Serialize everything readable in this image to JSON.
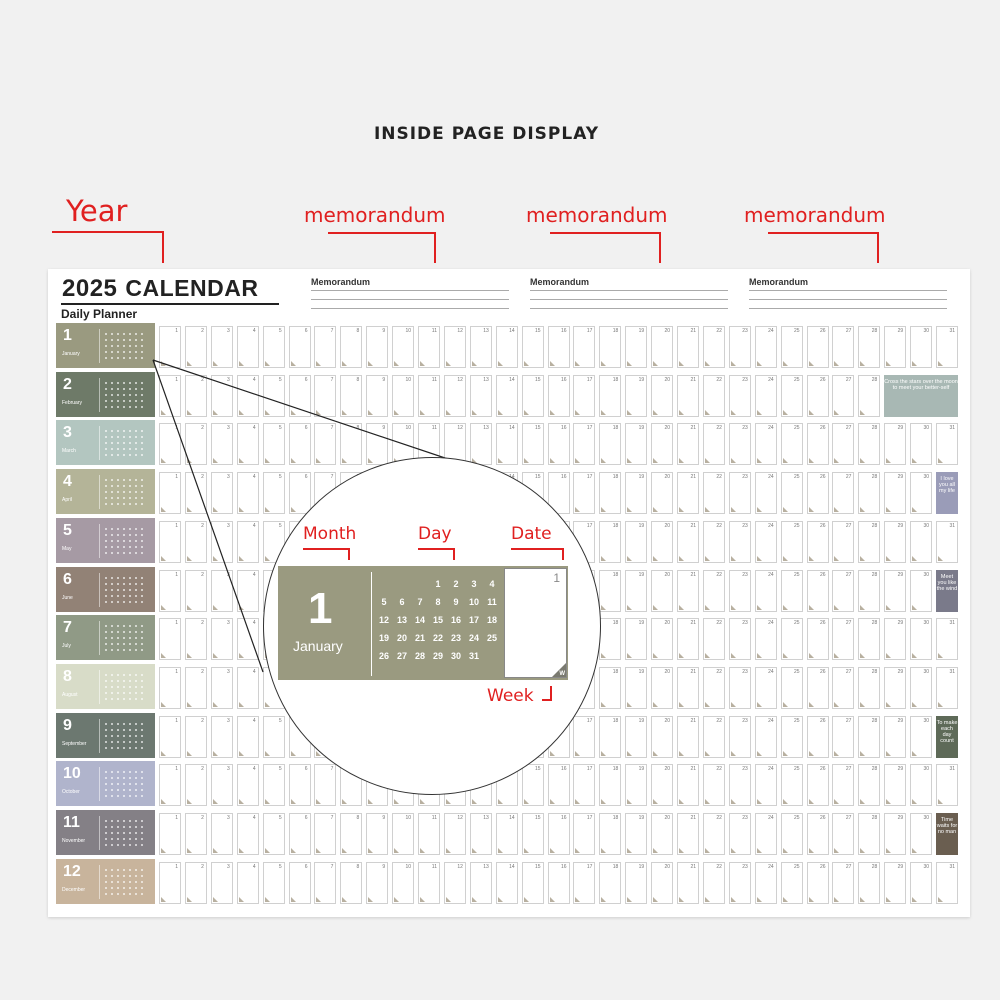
{
  "header": {
    "title": "INSIDE PAGE DISPLAY"
  },
  "annotations": {
    "year": "Year",
    "memo1": "memorandum",
    "memo2": "memorandum",
    "memo3": "memorandum",
    "month": "Month",
    "day": "Day",
    "date": "Date",
    "week": "Week"
  },
  "calendar": {
    "year": "2025",
    "title_word": "CALENDAR",
    "subtitle": "Daily Planner",
    "memo_labels": [
      "Memorandum",
      "Memorandum",
      "Memorandum"
    ],
    "months": [
      {
        "num": "1",
        "name": "January",
        "color": "#9a9a80",
        "days": 31
      },
      {
        "num": "2",
        "name": "February",
        "color": "#6e7a68",
        "days": 28
      },
      {
        "num": "3",
        "name": "March",
        "color": "#b3c6c0",
        "days": 31
      },
      {
        "num": "4",
        "name": "April",
        "color": "#b4b498",
        "days": 30
      },
      {
        "num": "5",
        "name": "May",
        "color": "#a69aa4",
        "days": 31
      },
      {
        "num": "6",
        "name": "June",
        "color": "#928276",
        "days": 30
      },
      {
        "num": "7",
        "name": "July",
        "color": "#909a86",
        "days": 31
      },
      {
        "num": "8",
        "name": "August",
        "color": "#d8dcc8",
        "days": 31
      },
      {
        "num": "9",
        "name": "September",
        "color": "#6c7870",
        "days": 30
      },
      {
        "num": "10",
        "name": "October",
        "color": "#b0b4cc",
        "days": 31
      },
      {
        "num": "11",
        "name": "November",
        "color": "#848086",
        "days": 30
      },
      {
        "num": "12",
        "name": "December",
        "color": "#c8b49c",
        "days": 31
      }
    ],
    "quotes": [
      {
        "row": 1,
        "text": "Cross the stars over the moon to meet your better-self",
        "color": "#a8b8b4"
      },
      {
        "row": 3,
        "text": "I love you all my life",
        "color": "#9a9cb8"
      },
      {
        "row": 5,
        "text": "Meet you like the wind",
        "color": "#7a7a8a"
      },
      {
        "row": 8,
        "text": "To make each day count",
        "color": "#5e6a58"
      },
      {
        "row": 10,
        "text": "Time waits for no man",
        "color": "#6a5e50"
      }
    ]
  },
  "zoom": {
    "month_num": "1",
    "month_name": "January",
    "mini_calendar": [
      [
        "",
        "",
        "",
        "1",
        "2",
        "3",
        "4"
      ],
      [
        "5",
        "6",
        "7",
        "8",
        "9",
        "10",
        "11"
      ],
      [
        "12",
        "13",
        "14",
        "15",
        "16",
        "17",
        "18"
      ],
      [
        "19",
        "20",
        "21",
        "22",
        "23",
        "24",
        "25"
      ],
      [
        "26",
        "27",
        "28",
        "29",
        "30",
        "31",
        ""
      ]
    ],
    "date": "1",
    "week_label": "W"
  }
}
